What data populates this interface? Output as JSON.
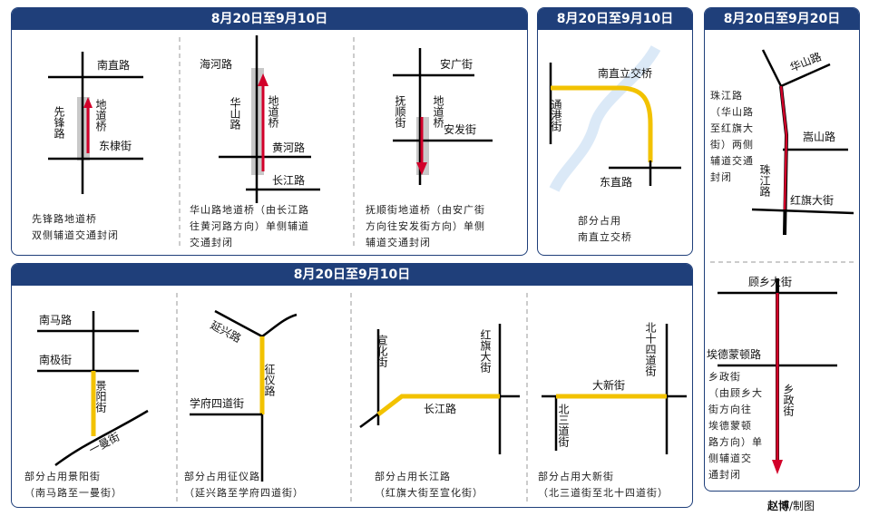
{
  "colors": {
    "header": "#1f3f7a",
    "red": "#d2002a",
    "yellow": "#f2c200",
    "gray": "#c8c8c8",
    "river": "#dbe9f7"
  },
  "top_panel": {
    "header": "8月20日至9月10日",
    "sec1": {
      "labels": {
        "nanzhi": "南直路",
        "xianfeng": "先锋路",
        "didaoqiao": "地道桥",
        "dongli": "东棣街"
      },
      "caption1": "先锋路地道桥",
      "caption2": "双侧辅道交通封闭"
    },
    "sec2": {
      "labels": {
        "haihe": "海河路",
        "huashan": "华山路",
        "didaoqiao": "地道桥",
        "huanghe": "黄河路",
        "changjiang": "长江路"
      },
      "caption1": "华山路地道桥（由长江路",
      "caption2": "往黄河路方向）单侧辅道",
      "caption3": "交通封闭"
    },
    "sec3": {
      "labels": {
        "anguang": "安广街",
        "fushun": "抚顺街",
        "didaoqiao": "地道桥",
        "anfa": "安发街"
      },
      "caption1": "抚顺街地道桥（由安广街",
      "caption2": "方向往安发街方向）单侧",
      "caption3": "辅道交通封闭"
    }
  },
  "mid_panel": {
    "header": "8月20日至9月10日",
    "labels": {
      "nanzhilijiao": "南直立交桥",
      "tonggang": "通港街",
      "dongzhi": "东直路"
    },
    "caption1": "部分占用",
    "caption2": "南直立交桥"
  },
  "right_panel": {
    "header": "8月20日至9月20日",
    "top": {
      "labels": {
        "huashan": "华山路",
        "songshan": "嵩山路",
        "zhujiang": "珠江路",
        "hongqi": "红旗大街"
      },
      "caption1": "珠江路",
      "caption2": "（华山路",
      "caption3": "至红旗大",
      "caption4": "街）两侧",
      "caption5": "辅道交通",
      "caption6": "封闭"
    },
    "bottom": {
      "labels": {
        "guxiang": "顾乡大街",
        "aidemengdun": "埃德蒙顿路",
        "xiangzheng": "乡政街"
      },
      "caption1": "乡政街",
      "caption2": "（由顾乡大",
      "caption3": "街方向往",
      "caption4": "埃德蒙顿",
      "caption5": "路方向）单",
      "caption6": "侧辅道交",
      "caption7": "通封闭"
    }
  },
  "bottom_panel": {
    "header": "8月20日至9月10日",
    "sec1": {
      "labels": {
        "nanma": "南马路",
        "nanji": "南极街",
        "jingyang": "景阳街",
        "yiman": "一曼街"
      },
      "caption1": "部分占用景阳街",
      "caption2": "（南马路至一曼街）"
    },
    "sec2": {
      "labels": {
        "yanxing": "延兴路",
        "zhengyi": "征仪路",
        "xuefu": "学府四道街"
      },
      "caption1": "部分占用征仪路",
      "caption2": "（延兴路至学府四道街）"
    },
    "sec3": {
      "labels": {
        "xuanhua": "宣化街",
        "hongqi": "红旗大街",
        "changjiang": "长江路"
      },
      "caption1": "部分占用长江路",
      "caption2": "（红旗大街至宣化街）"
    },
    "sec4": {
      "labels": {
        "beishisi": "北十四道街",
        "daxin": "大新街",
        "beisan": "北三道街"
      },
      "caption1": "部分占用大新街",
      "caption2": "（北三道街至北十四道街）"
    }
  },
  "credit": {
    "author": "赵博",
    "suffix": "/制图"
  }
}
